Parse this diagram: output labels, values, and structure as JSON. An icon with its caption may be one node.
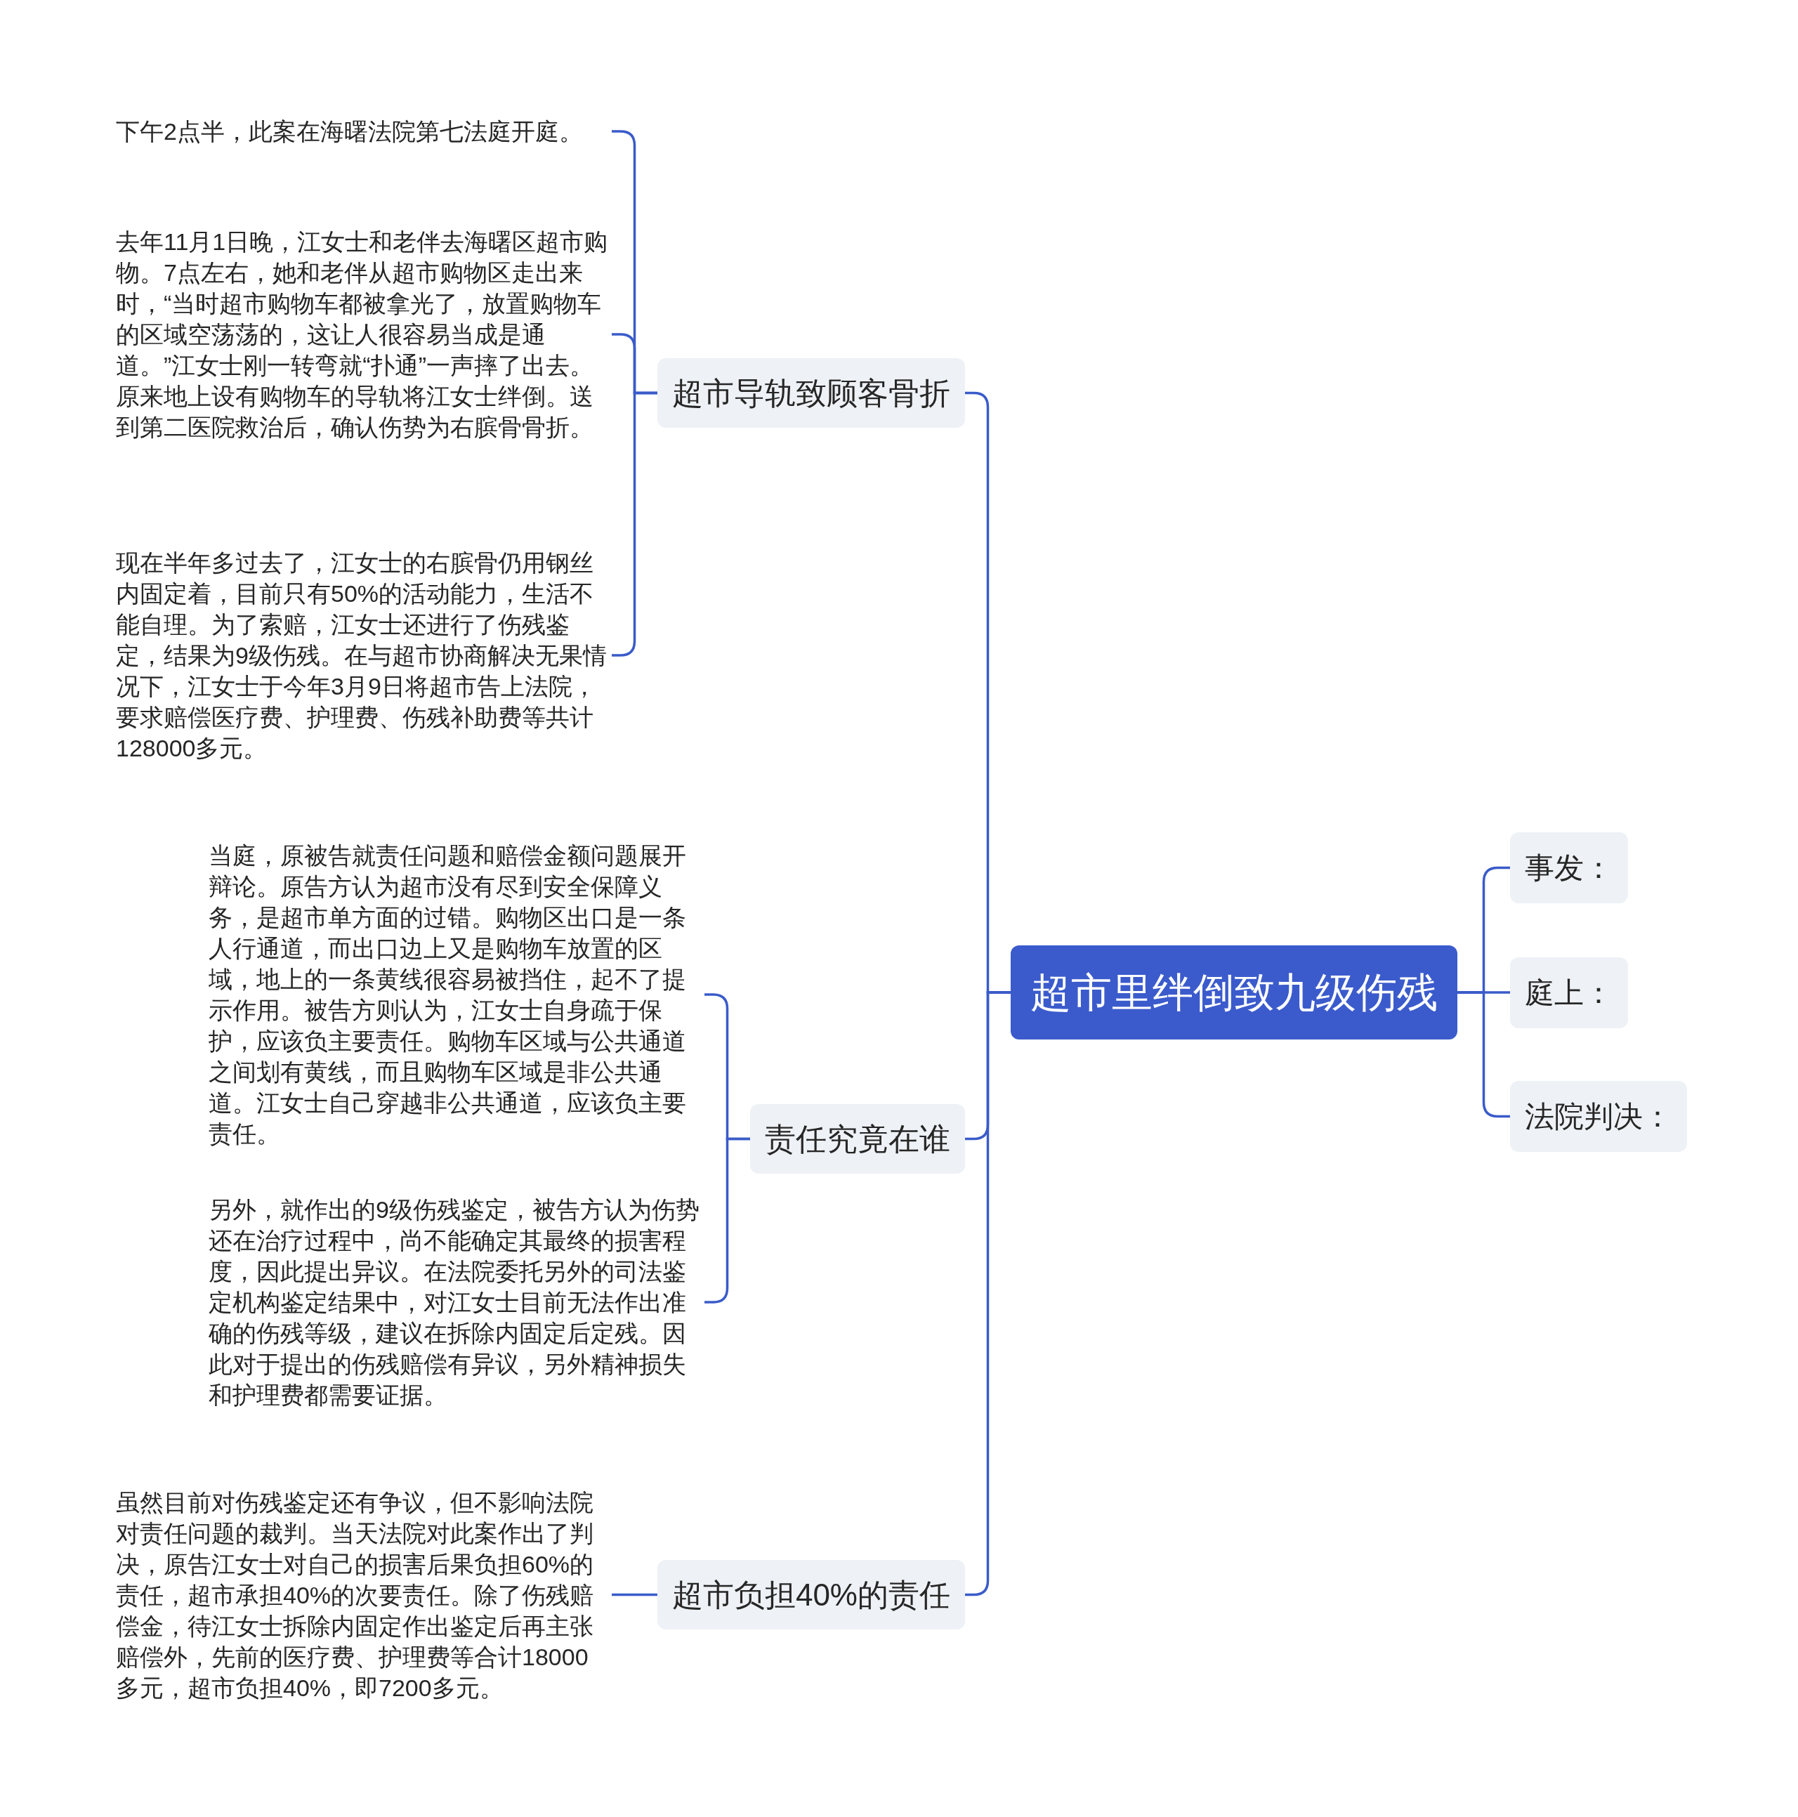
{
  "diagram": {
    "nodes": [
      {
        "text": [
          "超市里绊倒致九级伤残"
        ]
      },
      {
        "text": [
          "超市导轨致顾客骨折"
        ]
      },
      {
        "text": [
          "下午2点半，此案在海曙法院第七法庭开庭。"
        ]
      },
      {
        "text": [
          "去年11月1日晚，江女士和老伴去海曙区超市购物。7点左右，她和老伴从超市购物区走出来时，“当时超市购物车都被拿光了，放置购物车的区域空荡荡的，这让人很容易当成是通道。”江女士刚一转弯就“扑通”一声摔了出去。原来地上设有购物车的导轨将江女士绊倒。送到第二医院救治后，确认伤势为右膑骨骨折。"
        ]
      },
      {
        "text": [
          "现在半年多过去了，江女士的右膑骨仍用钢丝内固定着，目前只有50%的活动能力，生活不能自理。为了索赔，江女士还进行了伤残鉴定，结果为9级伤残。在与超市协商解决无果情况下，江女士于今年3月9日将超市告上法院，要求赔偿医疗费、护理费、伤残补助费等共计128000多元。"
        ]
      },
      {
        "text": [
          "责任究竟在谁"
        ]
      },
      {
        "text": [
          "当庭，原被告就责任问题和赔偿金额问题展开辩论。原告方认为超市没有尽到安全保障义务，是超市单方面的过错。购物区出口是一条人行通道，而出口边上又是购物车放置的区域，地上的一条黄线很容易被挡住，起不了提示作用。被告方则认为，江女士自身疏于保护，应该负主要责任。购物车区域与公共通道之间划有黄线，而且购物车区域是非公共通道。江女士自己穿越非公共通道，应该负主要责任。"
        ]
      },
      {
        "text": [
          "另外，就作出的9级伤残鉴定，被告方认为伤势还在治疗过程中，尚不能确定其最终的损害程度，因此提出异议。在法院委托另外的司法鉴定机构鉴定结果中，对江女士目前无法作出准确的伤残等级，建议在拆除内固定后定残。因此对于提出的伤残赔偿有异议，另外精神损失和护理费都需要证据。"
        ]
      },
      {
        "text": [
          "超市负担40%的责任"
        ]
      },
      {
        "text": [
          "虽然目前对伤残鉴定还有争议，但不影响法院对责任问题的裁判。当天法院对此案作出了判决，原告江女士对自己的损害后果负担60%的责任，超市承担40%的次要责任。除了伤残赔偿金，待江女士拆除内固定作出鉴定后再主张赔偿外，先前的医疗费、护理费等合计18000多元，超市负担40%，即7200多元。"
        ]
      },
      {
        "text": [
          "事发："
        ]
      },
      {
        "text": [
          "庭上："
        ]
      },
      {
        "text": [
          "法院判决："
        ]
      }
    ],
    "edges": [
      {
        "from": 0,
        "to": 1,
        "arrow": "none"
      },
      {
        "from": 0,
        "to": 5,
        "arrow": "none"
      },
      {
        "from": 0,
        "to": 8,
        "arrow": "none"
      },
      {
        "from": 1,
        "to": 2,
        "arrow": "none"
      },
      {
        "from": 1,
        "to": 3,
        "arrow": "none"
      },
      {
        "from": 1,
        "to": 4,
        "arrow": "none"
      },
      {
        "from": 5,
        "to": 6,
        "arrow": "none"
      },
      {
        "from": 5,
        "to": 7,
        "arrow": "none"
      },
      {
        "from": 8,
        "to": 9,
        "arrow": "none"
      },
      {
        "from": 0,
        "to": 10,
        "arrow": "none"
      },
      {
        "from": 0,
        "to": 11,
        "arrow": "none"
      },
      {
        "from": 0,
        "to": 12,
        "arrow": "none"
      }
    ]
  }
}
